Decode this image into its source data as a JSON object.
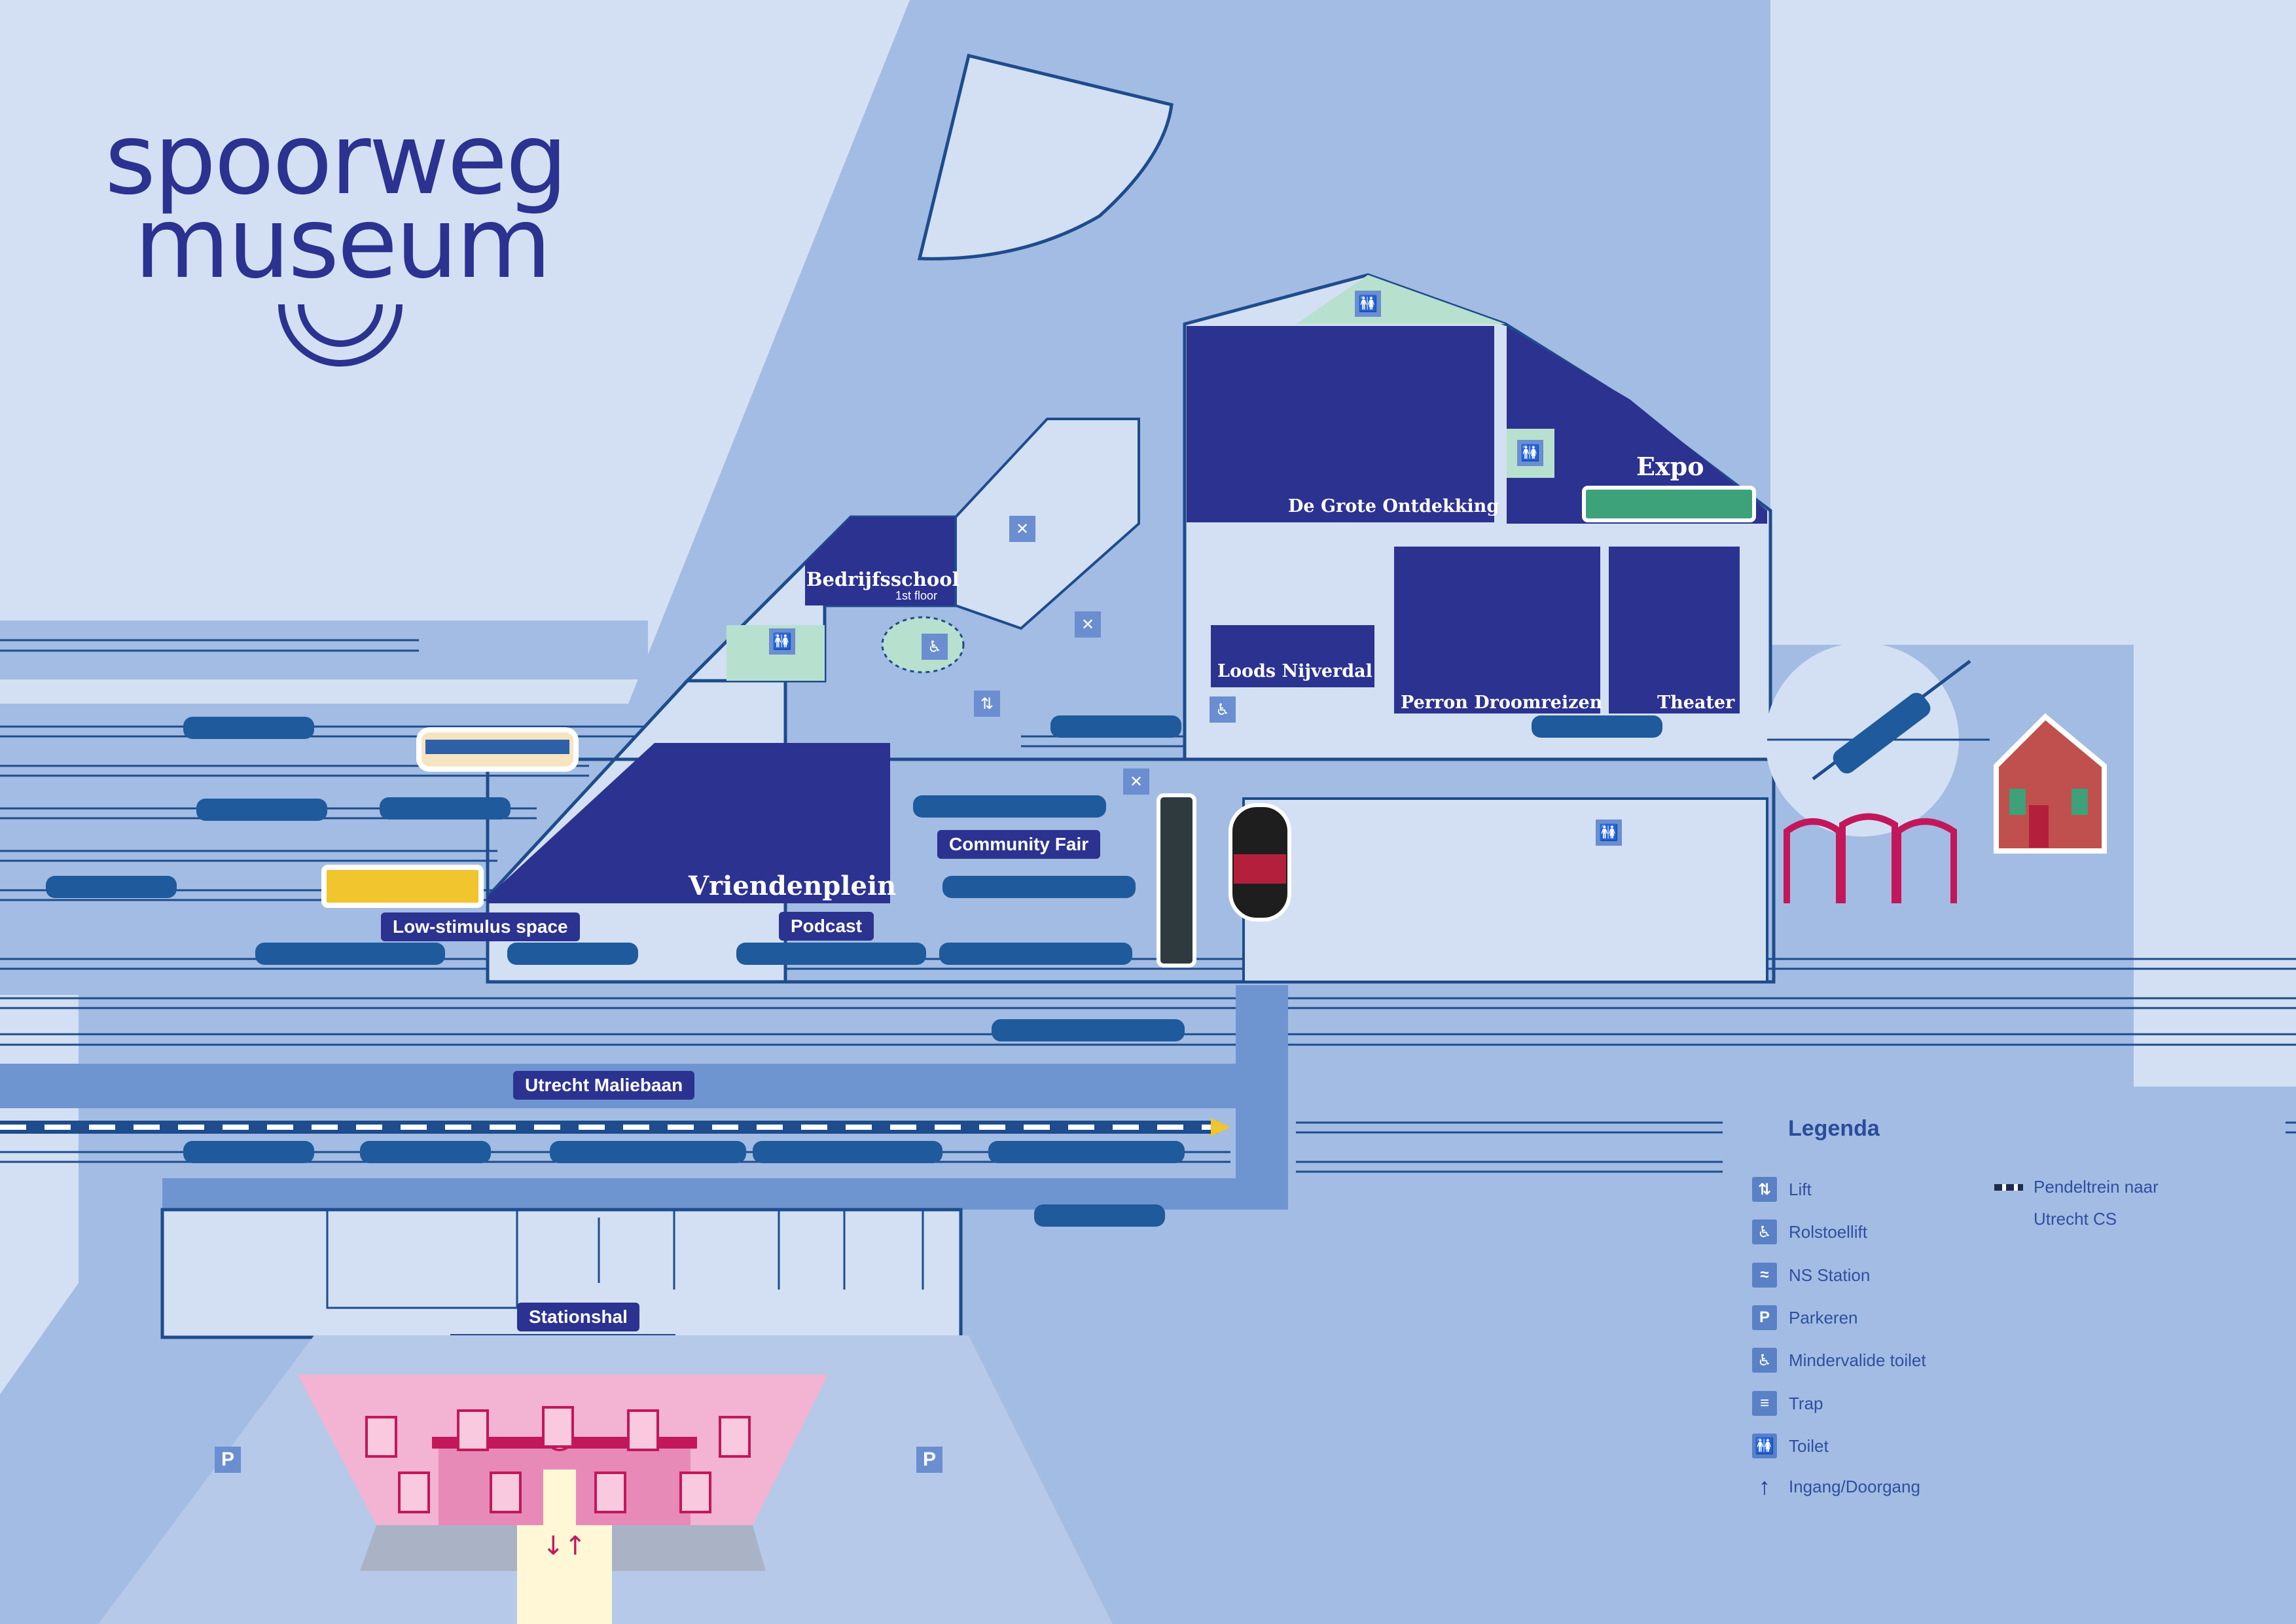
{
  "brand": {
    "line1": "spoorweg",
    "line2": "museum"
  },
  "areas": {
    "de_grote_ontdekking": "De Grote Ontdekking",
    "expo": "Expo",
    "bedrijfsschool": "Bedrijfsschool",
    "bedrijfsschool_floor": "1st floor",
    "loods_nijverdal": "Loods Nijverdal",
    "perron_droomreizen": "Perron Droomreizen",
    "theater": "Theater",
    "vriendenplein": "Vriendenplein",
    "community_fair": "Community Fair",
    "low_stimulus": "Low-stimulus space",
    "podcast": "Podcast",
    "utrecht_maliebaan": "Utrecht Maliebaan",
    "stationshal": "Stationshal"
  },
  "legend": {
    "title": "Legenda",
    "items": [
      {
        "icon": "lift-icon",
        "label": "Lift"
      },
      {
        "icon": "wheelchair-lift-icon",
        "label": "Rolstoellift"
      },
      {
        "icon": "ns-station-icon",
        "label": "NS Station"
      },
      {
        "icon": "parking-icon",
        "label": "Parkeren"
      },
      {
        "icon": "accessible-toilet-icon",
        "label": "Mindervalide toilet"
      },
      {
        "icon": "stairs-icon",
        "label": "Trap"
      },
      {
        "icon": "toilet-icon",
        "label": "Toilet"
      },
      {
        "icon": "entrance-arrow-icon",
        "label": "Ingang/Doorgang"
      }
    ],
    "shuttle": {
      "icon": "shuttle-train-icon",
      "line1": "Pendeltrein naar",
      "line2": "Utrecht CS"
    }
  },
  "colors": {
    "background": "#d3e0f3",
    "ground": "#a3bce3",
    "track_band": "#6f95d1",
    "building": "#2b3290",
    "line": "#1e4c8c",
    "facility": "#b8e0cf",
    "station": "#f3b3d2"
  }
}
